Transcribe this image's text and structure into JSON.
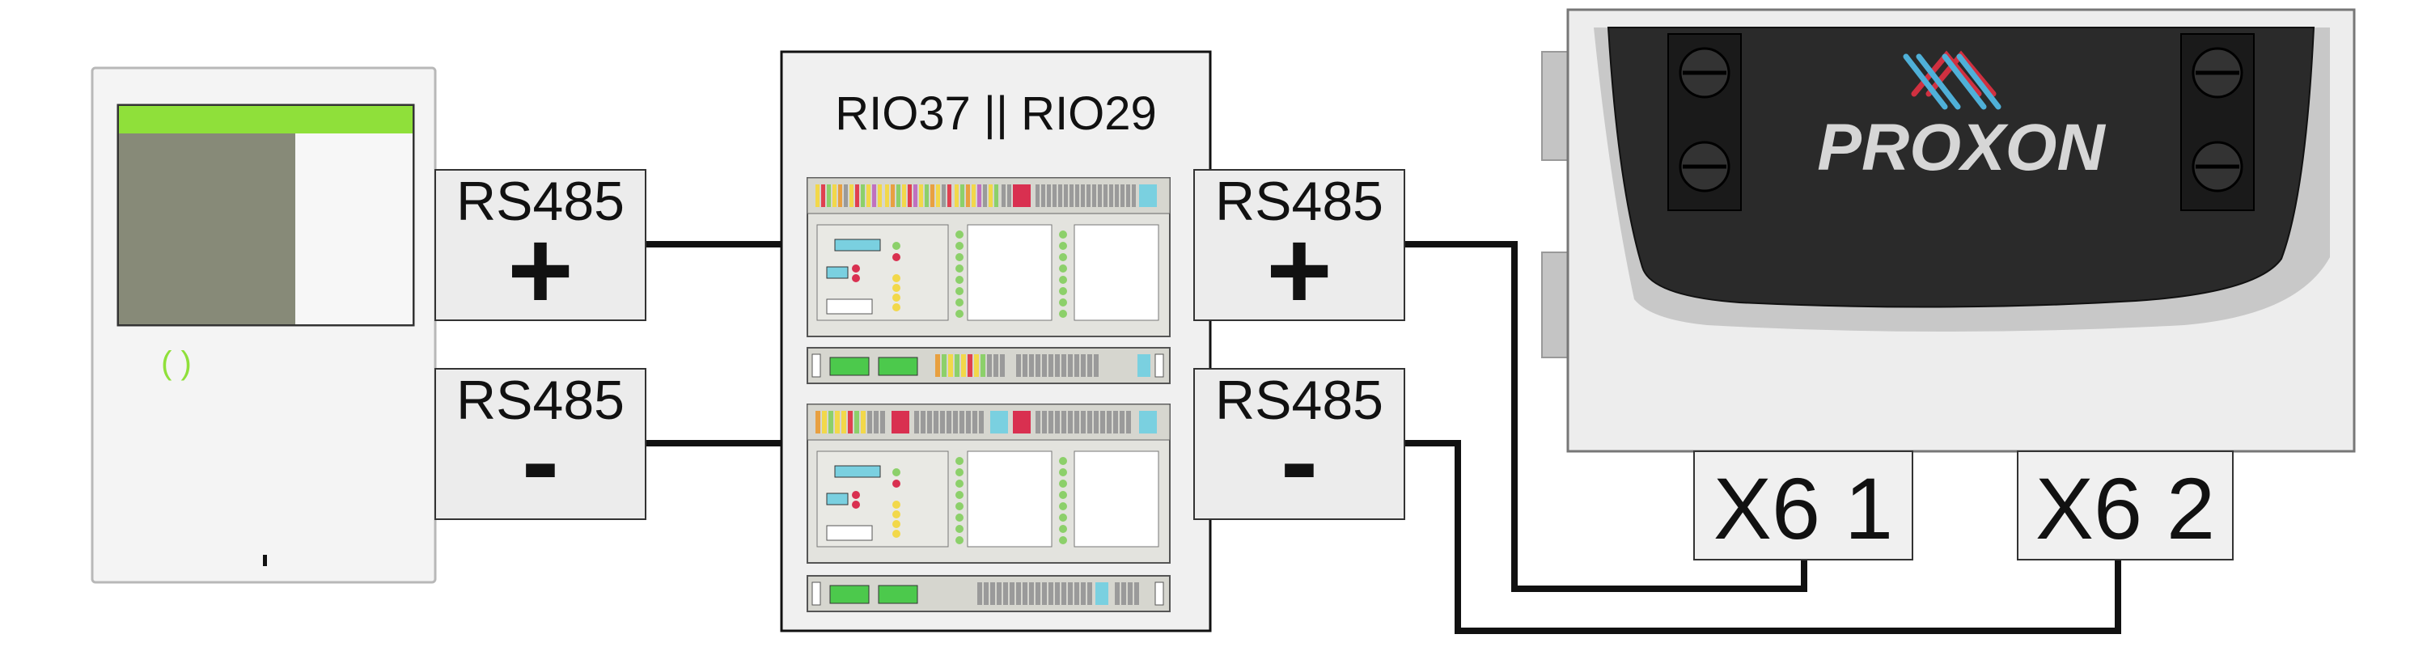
{
  "controller": {
    "title": "RIO37 || RIO29"
  },
  "terminals_left": [
    {
      "label": "RS485",
      "sign": "+"
    },
    {
      "label": "RS485",
      "sign": "-"
    }
  ],
  "terminals_right": [
    {
      "label": "RS485",
      "sign": "+"
    },
    {
      "label": "RS485",
      "sign": "-"
    }
  ],
  "unit": {
    "brand": "PROXON",
    "connectors": [
      {
        "label": "X6 1"
      },
      {
        "label": "X6 2"
      }
    ]
  },
  "display_panel": {
    "indicator": "(   )"
  },
  "colors": {
    "display_bar": "#8fe03a",
    "display_screen": "#878a78",
    "brand_panel": "#2a2a2a",
    "logo_red": "#d03040",
    "logo_blue": "#4fb0d8"
  }
}
